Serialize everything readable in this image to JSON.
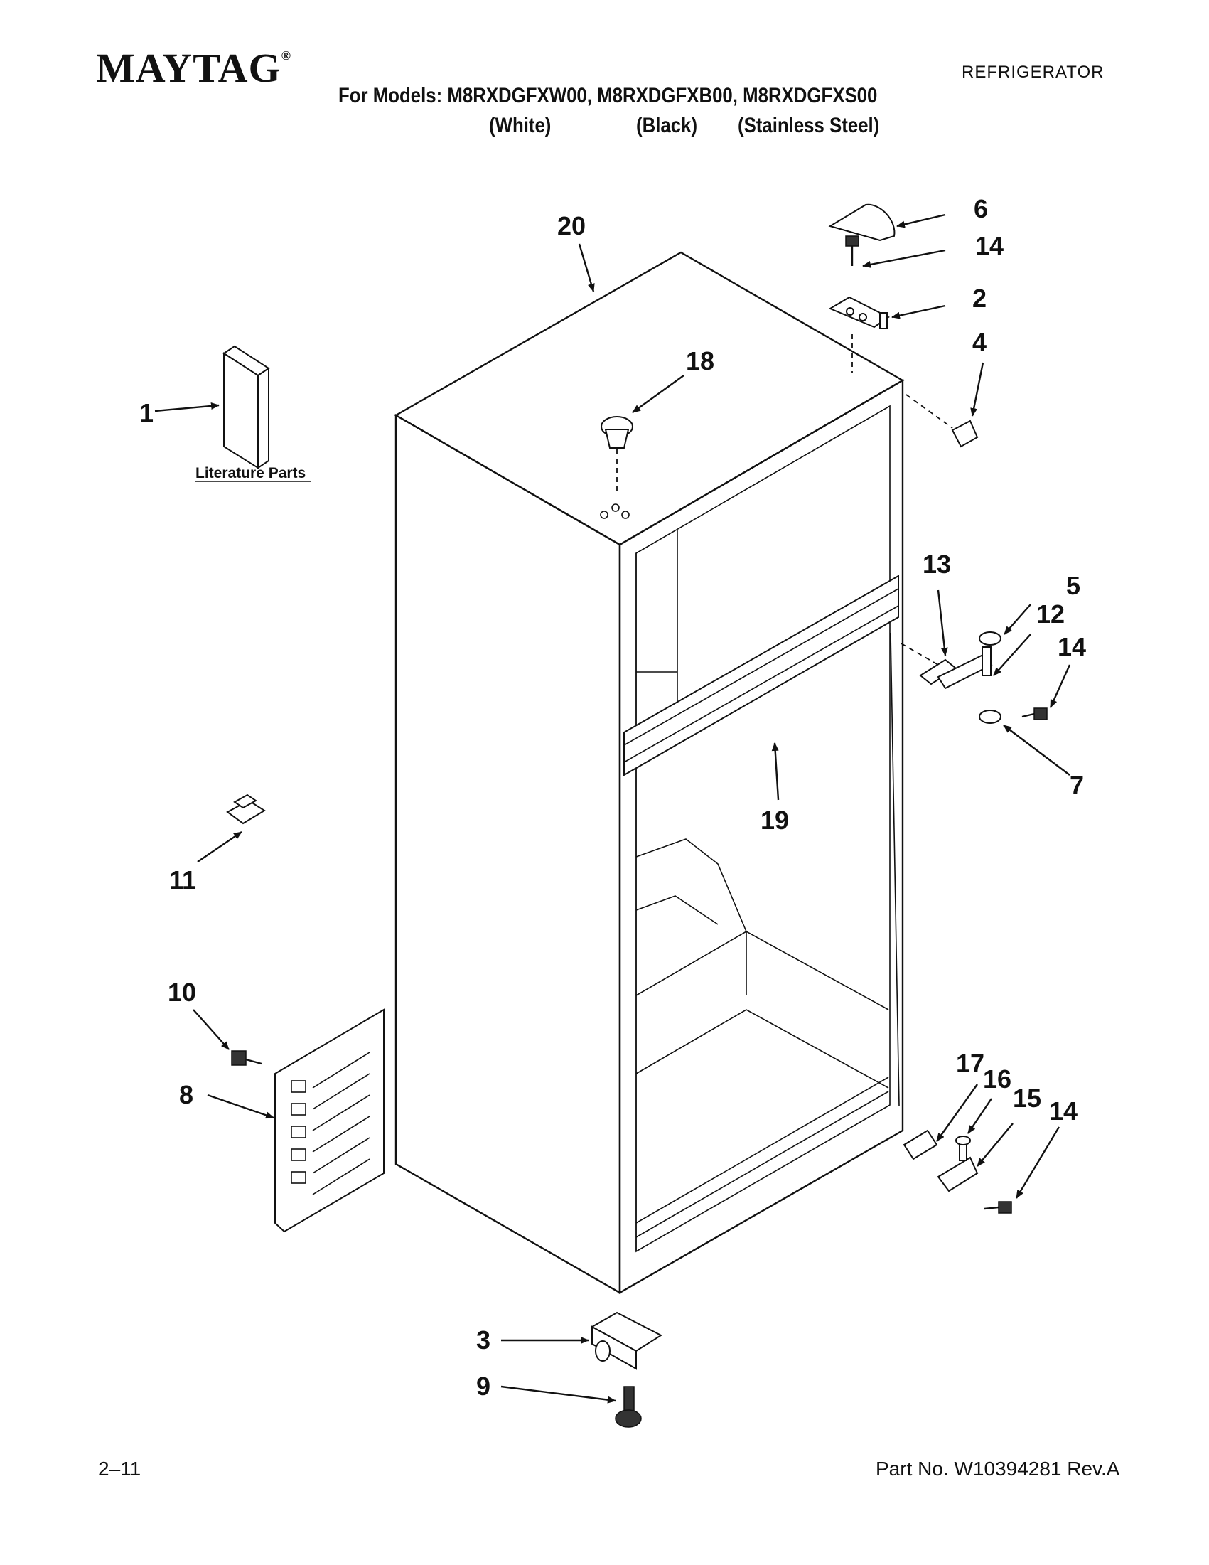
{
  "header": {
    "brand": "MAYTAG",
    "brand_mark": "®",
    "doc_type": "REFRIGERATOR",
    "models_line": "For Models: M8RXDGFXW00, M8RXDGFXB00, M8RXDGFXS00",
    "variants": [
      "(White)",
      "(Black)",
      "(Stainless Steel)"
    ]
  },
  "diagram": {
    "literature_label": "Literature Parts",
    "callouts": [
      "1",
      "2",
      "3",
      "4",
      "5",
      "6",
      "7",
      "8",
      "9",
      "10",
      "11",
      "12",
      "13",
      "14",
      "15",
      "16",
      "17",
      "18",
      "19",
      "20"
    ],
    "icons": [
      "refrigerator-cabinet-outline",
      "hinge-cover",
      "hinge",
      "screw",
      "cap",
      "washer",
      "leveling-roller",
      "leveling-leg",
      "machine-compartment-cover",
      "plug",
      "clip",
      "literature-booklet"
    ]
  },
  "footer": {
    "left": "2–11",
    "right": "Part No. W10394281 Rev.A"
  }
}
